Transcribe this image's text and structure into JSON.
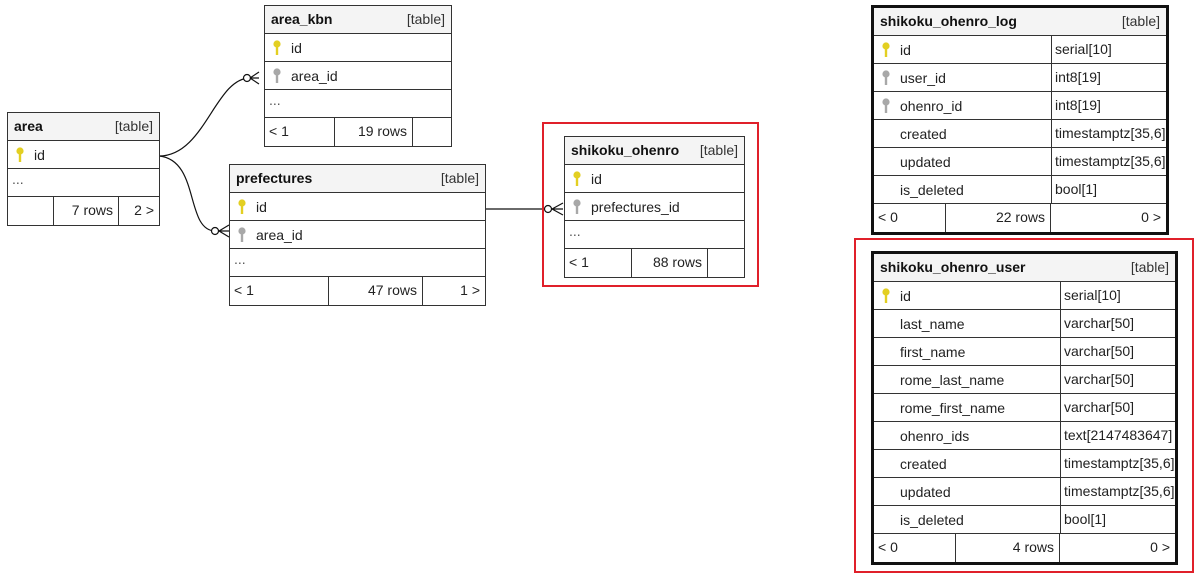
{
  "tables": {
    "area": {
      "name": "area",
      "type": "[table]",
      "fields": [
        {
          "name": "id",
          "key": "primary"
        }
      ],
      "ellipsis": "...",
      "footer": {
        "prev": "",
        "rows": "7 rows",
        "next": "2 >"
      }
    },
    "area_kbn": {
      "name": "area_kbn",
      "type": "[table]",
      "fields": [
        {
          "name": "id",
          "key": "primary"
        },
        {
          "name": "area_id",
          "key": "foreign"
        }
      ],
      "ellipsis": "...",
      "footer": {
        "prev": "< 1",
        "rows": "19 rows",
        "next": ""
      }
    },
    "prefectures": {
      "name": "prefectures",
      "type": "[table]",
      "fields": [
        {
          "name": "id",
          "key": "primary"
        },
        {
          "name": "area_id",
          "key": "foreign"
        }
      ],
      "ellipsis": "...",
      "footer": {
        "prev": "< 1",
        "rows": "47 rows",
        "next": "1 >"
      }
    },
    "shikoku_ohenro": {
      "name": "shikoku_ohenro",
      "type": "[table]",
      "fields": [
        {
          "name": "id",
          "key": "primary"
        },
        {
          "name": "prefectures_id",
          "key": "foreign"
        }
      ],
      "ellipsis": "...",
      "footer": {
        "prev": "< 1",
        "rows": "88 rows",
        "next": ""
      }
    },
    "shikoku_ohenro_log": {
      "name": "shikoku_ohenro_log",
      "type": "[table]",
      "fields": [
        {
          "name": "id",
          "key": "primary",
          "type": "serial[10]"
        },
        {
          "name": "user_id",
          "key": "foreign",
          "type": "int8[19]"
        },
        {
          "name": "ohenro_id",
          "key": "foreign",
          "type": "int8[19]"
        },
        {
          "name": "created",
          "key": "none",
          "type": "timestamptz[35,6]"
        },
        {
          "name": "updated",
          "key": "none",
          "type": "timestamptz[35,6]"
        },
        {
          "name": "is_deleted",
          "key": "none",
          "type": "bool[1]"
        }
      ],
      "footer": {
        "prev": "< 0",
        "rows": "22 rows",
        "next": "0 >"
      }
    },
    "shikoku_ohenro_user": {
      "name": "shikoku_ohenro_user",
      "type": "[table]",
      "fields": [
        {
          "name": "id",
          "key": "primary",
          "type": "serial[10]"
        },
        {
          "name": "last_name",
          "key": "none",
          "type": "varchar[50]"
        },
        {
          "name": "first_name",
          "key": "none",
          "type": "varchar[50]"
        },
        {
          "name": "rome_last_name",
          "key": "none",
          "type": "varchar[50]"
        },
        {
          "name": "rome_first_name",
          "key": "none",
          "type": "varchar[50]"
        },
        {
          "name": "ohenro_ids",
          "key": "none",
          "type": "text[2147483647]"
        },
        {
          "name": "created",
          "key": "none",
          "type": "timestamptz[35,6]"
        },
        {
          "name": "updated",
          "key": "none",
          "type": "timestamptz[35,6]"
        },
        {
          "name": "is_deleted",
          "key": "none",
          "type": "bool[1]"
        }
      ],
      "footer": {
        "prev": "< 0",
        "rows": "4 rows",
        "next": "0 >"
      }
    }
  },
  "colors": {
    "primary_key": "#e3cf22",
    "foreign_key": "#a8a8a8",
    "highlight": "#e0202a",
    "line": "#111111"
  },
  "icons": {
    "primary_key": "key-icon",
    "foreign_key": "key-icon"
  }
}
